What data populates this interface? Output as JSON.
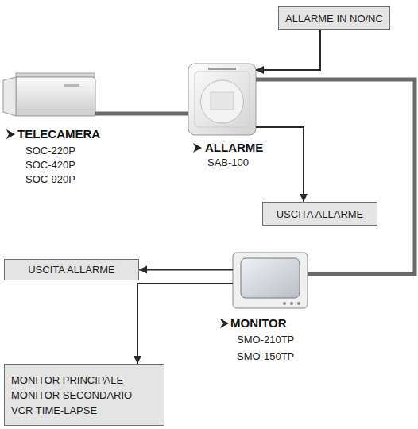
{
  "diagram": {
    "nodes": [
      {
        "text": [
          "ALLARME IN NO/NC"
        ]
      },
      {
        "text": [
          "TELECAMERA",
          "SOC-220P",
          "SOC-420P",
          "SOC-920P"
        ]
      },
      {
        "text": [
          "ALLARME",
          "SAB-100"
        ]
      },
      {
        "text": [
          "USCITA ALLARME"
        ]
      },
      {
        "text": [
          "USCITA ALLARME"
        ]
      },
      {
        "text": [
          "MONITOR",
          "SMO-210TP",
          "SMO-150TP"
        ]
      },
      {
        "text": [
          "MONITOR PRINCIPALE",
          "MONITOR SECONDARIO",
          "VCR TIME-LAPSE"
        ]
      }
    ],
    "edges": [
      {
        "from": 0,
        "to": 2,
        "arrow": "to"
      },
      {
        "from": 1,
        "to": 2,
        "arrow": "none"
      },
      {
        "from": 2,
        "to": 5,
        "arrow": "none"
      },
      {
        "from": 2,
        "to": 3,
        "arrow": "to"
      },
      {
        "from": 5,
        "to": 4,
        "arrow": "to"
      },
      {
        "from": 5,
        "to": 6,
        "arrow": "to"
      }
    ]
  }
}
